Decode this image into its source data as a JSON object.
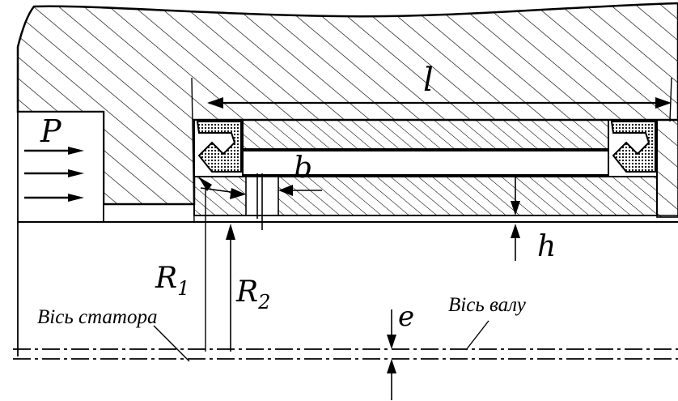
{
  "labels": {
    "length": "l",
    "pressure": "P",
    "width": "b",
    "gap": "h",
    "radius_1_main": "R",
    "radius_1_sub": "1",
    "radius_2_main": "R",
    "radius_2_sub": "2",
    "eccentricity": "e",
    "stator_axis": "Вісь статора",
    "shaft_axis": "Вісь валу"
  }
}
